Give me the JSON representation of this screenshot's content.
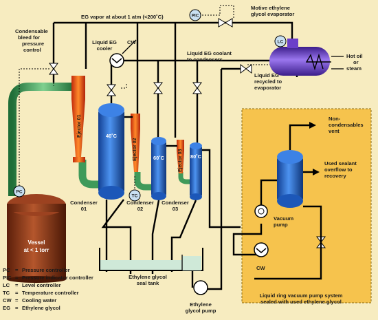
{
  "labels": {
    "eg_vapor": "EG vapor at about 1 atm (<200˚C)",
    "bleed": [
      "Condensable",
      "bleed for",
      "pressure",
      "control"
    ],
    "cooler": [
      "Liquid EG",
      "cooler"
    ],
    "cw_top": "CW",
    "coolant": [
      "Liquid EG coolant",
      "to condensers"
    ],
    "evaporator": [
      "Motive ethylene",
      "glycol evaporator"
    ],
    "recycled": [
      "Liquid EG",
      "recycled to",
      "evaporator"
    ],
    "hot_oil": [
      "Hot oil",
      "or",
      "steam"
    ],
    "noncond": [
      "Non-",
      "condensables",
      "vent"
    ],
    "overflow": [
      "Used sealant",
      "overflow to",
      "recovery"
    ],
    "vacuum_pump": [
      "Vacuum",
      "pump"
    ],
    "cw_bottom": "CW",
    "ring_system": [
      "Liquid ring vacuum pump system",
      "sealed with used ethylene glycol"
    ],
    "seal_tank": [
      "Ethylene glycol",
      "seal tank"
    ],
    "eg_pump": [
      "Ethylene",
      "glycol pump"
    ],
    "vessel": [
      "Vessel",
      "at < 1 torr"
    ],
    "condenser1": [
      "Condenser",
      "01"
    ],
    "condenser2": [
      "Condenser",
      "02"
    ],
    "condenser3": [
      "Condenser",
      "03"
    ],
    "ejector1": "Ejector 01",
    "ejector2": "Ejector 02",
    "ejector3": "Ejector 03",
    "temp1": "40˚C",
    "temp2": "60˚C",
    "temp3": "80˚C"
  },
  "instruments": {
    "pic": "PIC",
    "lc": "LC",
    "pc": "PC",
    "tc": "TC"
  },
  "legend": [
    {
      "abbr": "PC",
      "desc": "Pressure controller"
    },
    {
      "abbr": "PIC",
      "desc": "Pressure indicator controller"
    },
    {
      "abbr": "LC",
      "desc": "Level controller"
    },
    {
      "abbr": "TC",
      "desc": "Temperature controller"
    },
    {
      "abbr": "CW",
      "desc": "Cooling water"
    },
    {
      "abbr": "EG",
      "desc": "Ethylene glycol"
    }
  ],
  "colors": {
    "background": "#f7ecc0",
    "panel": "#f6c34d",
    "vessel": "#8a3a1a",
    "condenser": "#2a6fd8",
    "ejector": "#e8401c",
    "vapor_pipe": "#3f9a5a",
    "evaporator": "#6b3fc9",
    "seal_liquid": "#cfe9d8"
  }
}
